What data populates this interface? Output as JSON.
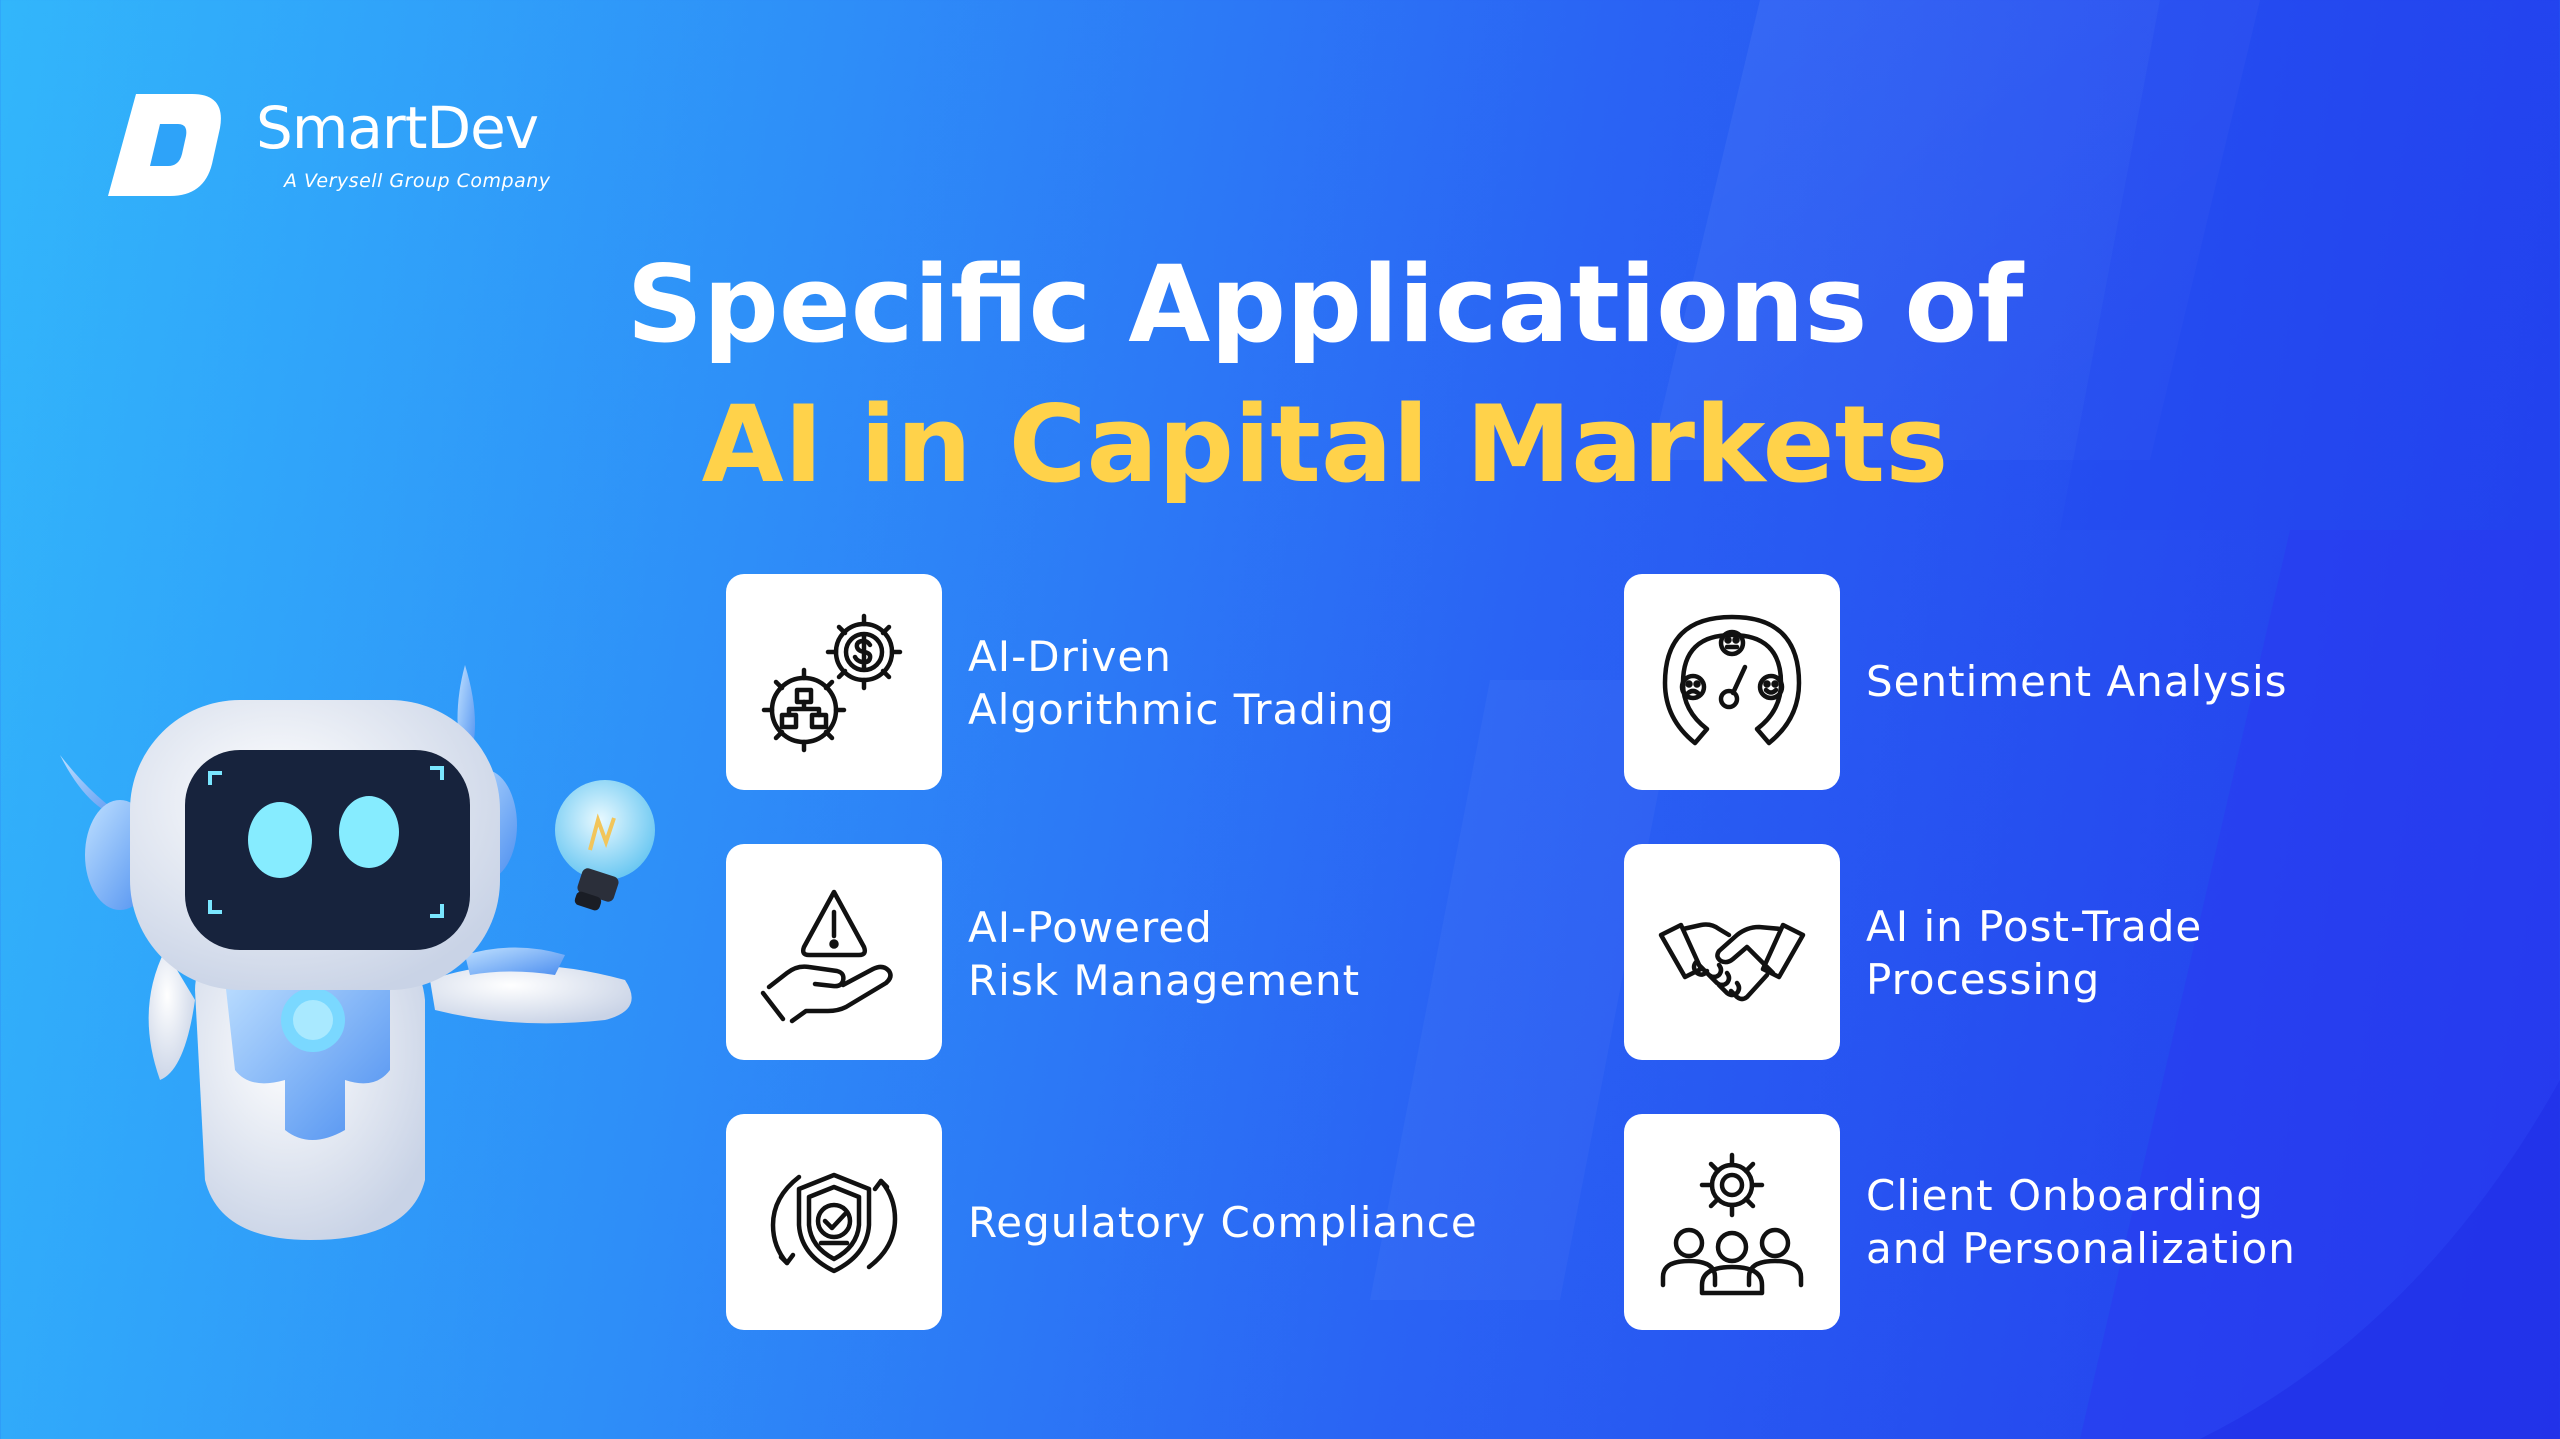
{
  "brand": {
    "name": "SmartDev",
    "tagline": "A Verysell Group Company",
    "logo_letter": "D"
  },
  "title": {
    "line1": "Specific Applications of",
    "line2": "AI in Capital Markets"
  },
  "colors": {
    "highlight": "#ffd24a",
    "text": "#ffffff",
    "bg_start": "#32b6fb",
    "bg_end": "#2239ec"
  },
  "applications": [
    {
      "icon": "gears-dollar-icon",
      "line1": "AI-Driven",
      "line2": "Algorithmic Trading"
    },
    {
      "icon": "risk-warning-hand-icon",
      "line1": "AI-Powered",
      "line2": "Risk Management"
    },
    {
      "icon": "shield-check-icon",
      "line1": "Regulatory Compliance",
      "line2": ""
    },
    {
      "icon": "sentiment-gauge-icon",
      "line1": "Sentiment Analysis",
      "line2": ""
    },
    {
      "icon": "handshake-icon",
      "line1": "AI in Post-Trade",
      "line2": "Processing"
    },
    {
      "icon": "team-gear-icon",
      "line1": "Client Onboarding",
      "line2": "and Personalization"
    }
  ]
}
